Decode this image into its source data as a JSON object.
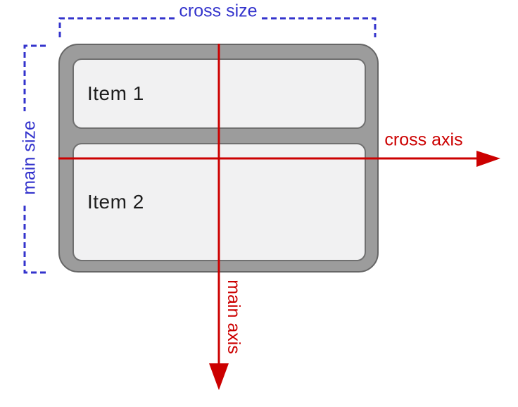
{
  "diagram": {
    "container_items": [
      {
        "label": "Item 1"
      },
      {
        "label": "Item 2"
      }
    ],
    "labels": {
      "cross_size": "cross size",
      "main_size": "main size",
      "cross_axis": "cross axis",
      "main_axis": "main axis"
    }
  },
  "colors": {
    "size-blue": "#3333cc",
    "axis-red": "#cc0000",
    "container-gray": "#9c9c9c",
    "container-border": "#666666",
    "item-bg": "#f1f1f2",
    "item-border": "#707070",
    "item-text": "#1d1d1d",
    "page-bg": "#ffffff"
  }
}
